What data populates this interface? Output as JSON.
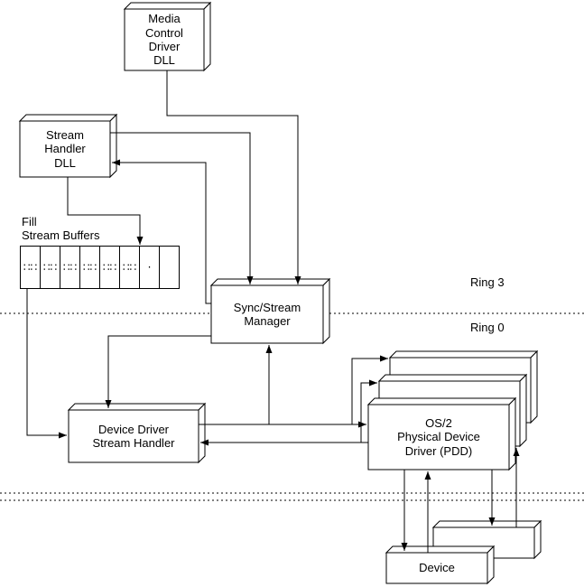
{
  "figure": {
    "boxes": {
      "media_control_driver_dll": "Media\nControl\nDriver\nDLL",
      "stream_handler_dll": "Stream\nHandler\nDLL",
      "sync_stream_manager": "Sync/Stream\nManager",
      "device_driver_stream_handler": "Device Driver\nStream Handler",
      "os2_physical_device_driver": "OS/2\nPhysical Device\nDriver (PDD)",
      "device": "Device"
    },
    "annotations": {
      "fill_stream_buffers": "Fill\nStream Buffers",
      "ring_3": "Ring 3",
      "ring_0": "Ring 0"
    },
    "stream_buffer_cells": [
      "∷∷",
      "∷∷",
      "∷∷",
      "∷∷",
      "∷∷",
      "∷∷",
      "·",
      ""
    ],
    "connections": [
      {
        "from": "media_control_driver_dll",
        "to": "sync_stream_manager",
        "direction": "one-way"
      },
      {
        "from": "stream_handler_dll",
        "to": "sync_stream_manager",
        "direction": "one-way"
      },
      {
        "from": "sync_stream_manager",
        "to": "stream_handler_dll",
        "direction": "one-way"
      },
      {
        "from": "stream_handler_dll",
        "to": "stream_buffers",
        "direction": "one-way"
      },
      {
        "from": "stream_buffers",
        "to": "device_driver_stream_handler",
        "direction": "one-way"
      },
      {
        "from": "sync_stream_manager",
        "to": "device_driver_stream_handler",
        "direction": "one-way"
      },
      {
        "from": "device_driver_stream_handler",
        "to": "sync_stream_manager",
        "direction": "one-way"
      },
      {
        "from": "device_driver_stream_handler",
        "to": "os2_physical_device_driver",
        "direction": "two-way"
      },
      {
        "from": "os2_physical_device_driver",
        "to": "device",
        "direction": "two-way"
      }
    ],
    "colors": {
      "line": "#000000",
      "background": "#ffffff"
    }
  }
}
